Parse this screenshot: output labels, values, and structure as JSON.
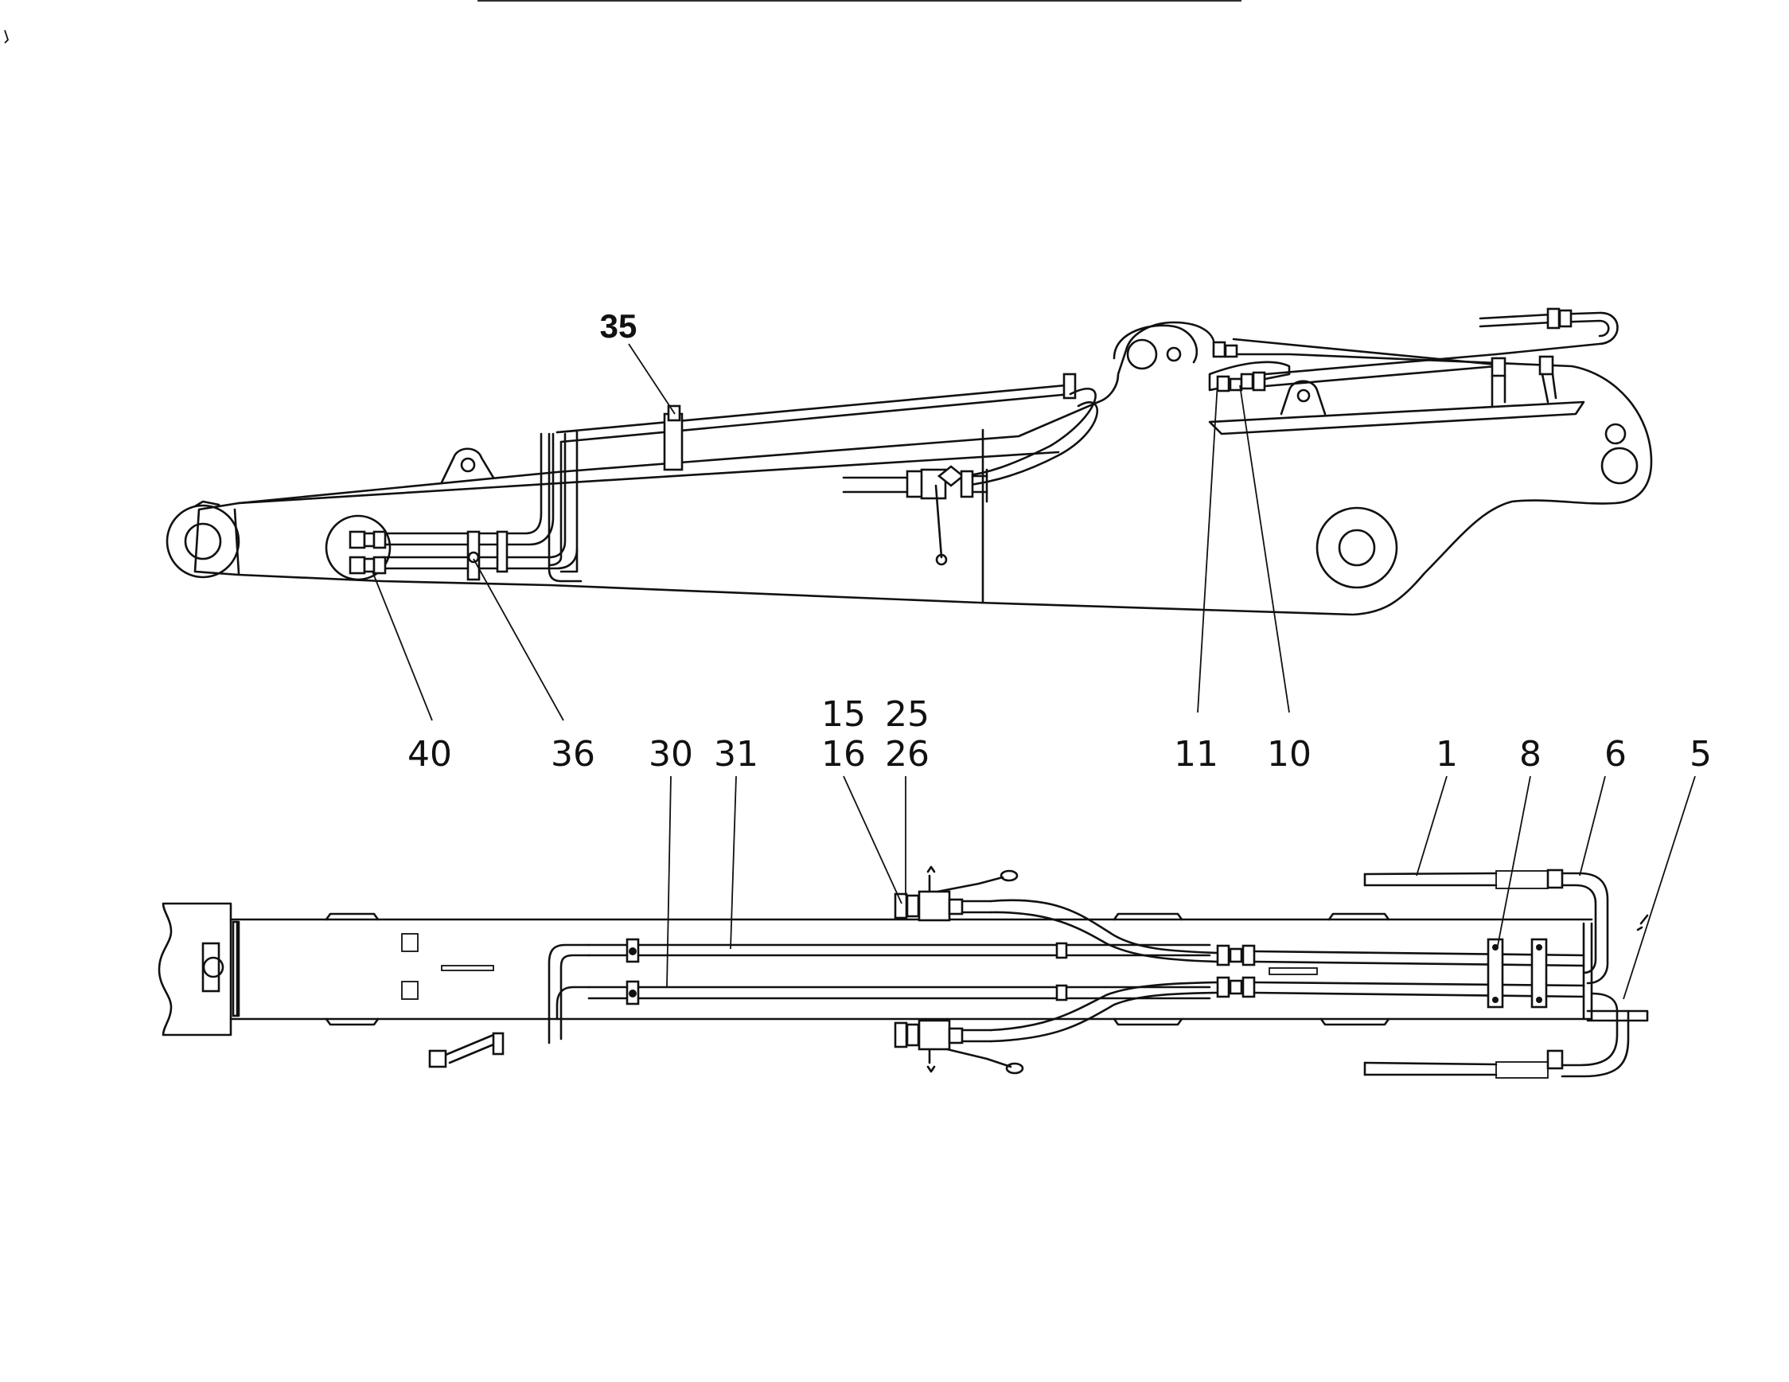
{
  "diagram": {
    "type": "parts-exploded-drawing",
    "views": [
      "side-view",
      "top-view"
    ],
    "callouts": {
      "c35": "35",
      "c40": "40",
      "c36": "36",
      "c11": "11",
      "c10": "10",
      "c30": "30",
      "c31": "31",
      "c15": "15",
      "c16": "16",
      "c25": "25",
      "c26": "26",
      "c1": "1",
      "c8": "8",
      "c6": "6",
      "c5": "5"
    }
  }
}
